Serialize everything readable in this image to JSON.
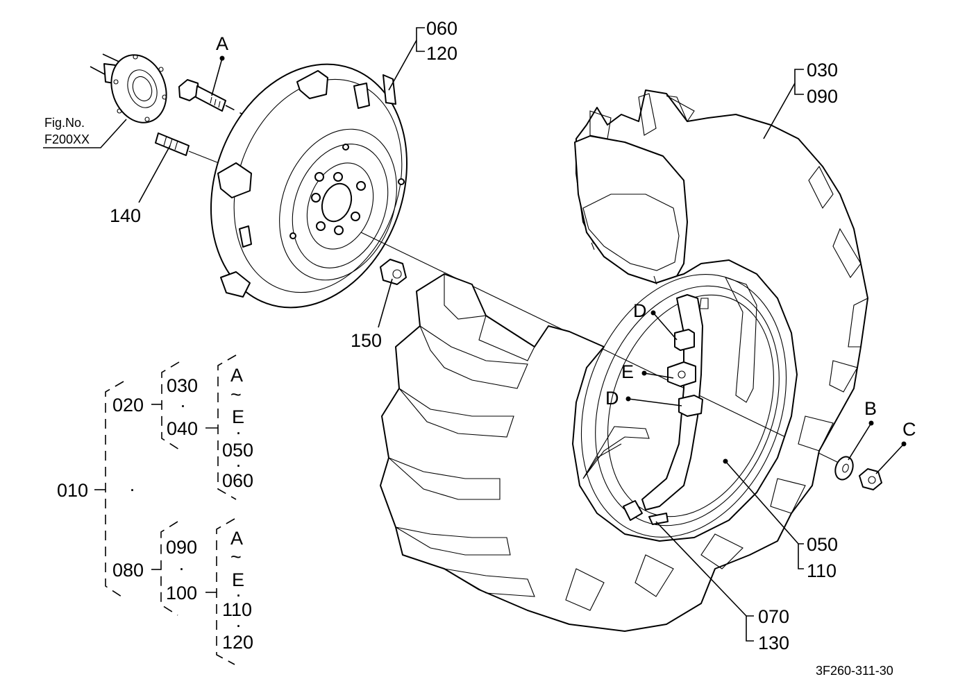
{
  "labels": {
    "p060": "060",
    "p120": "120",
    "p030": "030",
    "p090": "090",
    "callout_a": "A",
    "fig_no": "Fig.No.",
    "fig_ref": "F200XX",
    "p140": "140",
    "p150": "150",
    "callout_d1": "D",
    "callout_e": "E",
    "callout_d2": "D",
    "callout_b": "B",
    "callout_c": "C",
    "p050": "050",
    "p110": "110",
    "p070": "070",
    "p130": "130",
    "drawing_code": "3F260-311-30"
  },
  "tree": {
    "root": "010",
    "upper": {
      "assembly": "020",
      "sub_a": "030",
      "sub_b": "040",
      "range_start": "A",
      "tilde": "~",
      "range_end": "E",
      "extra_a": "050",
      "extra_b": "060"
    },
    "lower": {
      "assembly": "080",
      "sub_a": "090",
      "sub_b": "100",
      "range_start": "A",
      "tilde": "~",
      "range_end": "E",
      "extra_a": "110",
      "extra_b": "120"
    },
    "separator": "·"
  }
}
